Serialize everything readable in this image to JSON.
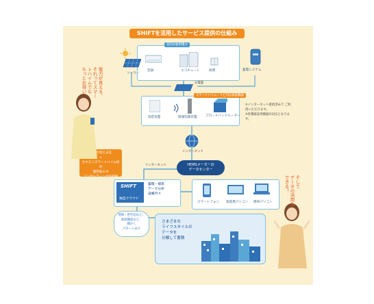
{
  "diagram": {
    "title": "SHIFTを活用したサービス提供の仕組み",
    "top_box_label": "室内の使用電力",
    "devices": [
      "ソーラー",
      "空調",
      "エコキュート",
      "照明",
      "蓄電システム"
    ],
    "distribution_label": "分電盤",
    "smart_house_label": "スマートハイム・ナビ対応家庭機器",
    "meter_devices": [
      "測定装置",
      "情報収集装置",
      "ブロードバンドルーター"
    ],
    "router_note": "※インターネット接続済みで ご利用いただけます。\n※各種家庭用機器の対応となります。",
    "internet_label": "インターネット",
    "internet_label2": "インターネット",
    "hems_label": "HEMSメーカーの\nデータセンター",
    "left_note_1": "電力の見える化",
    "left_note_x": "×",
    "left_note_2": "セキスイスマートハイム初の",
    "left_note_3": "個別省エネ",
    "left_note_4": "コンサルティングの提供",
    "cloud_logo": "SHIFT",
    "cloud_label": "独自クラウド",
    "cloud_desc": "蓄積・検索\nデータ分析\n設備月々",
    "displays": [
      "スマートフォン",
      "家庭用パソコン",
      "携帯パソコン"
    ],
    "bubble_text": "地域・世代別など、\n家族構成など、\n細かく\nパターン分け",
    "store_text": "さまざまな\nライフスタイルの\nデータを\n分類して蓄積",
    "hand_left": "電力が見える、\nそれってスマートハイムでも\nもっとお得い",
    "hand_right": "そして\nデータの活用も\nできる！"
  },
  "colors": {
    "panel": "#fbf0cf",
    "accent": "#f08c1e",
    "line": "#7fc0e6",
    "navy": "#1e4f8c"
  }
}
